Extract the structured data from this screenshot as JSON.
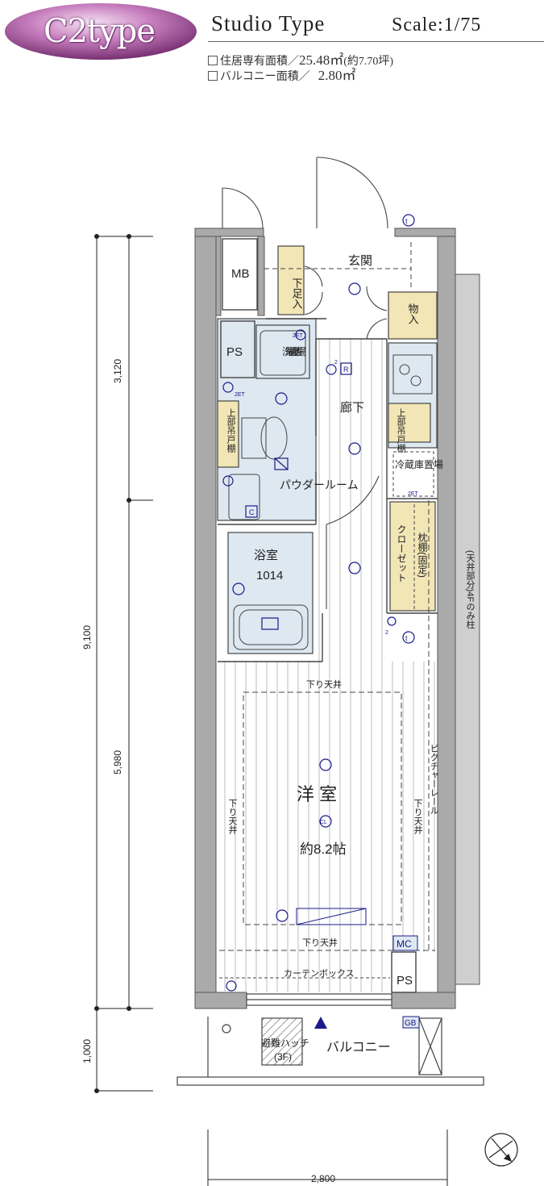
{
  "header": {
    "type_badge": "C2type",
    "title": "Studio Type",
    "scale": "Scale:1/75",
    "spec_area_label": "住居専有面積／",
    "spec_area_value": "25.48㎡",
    "spec_area_note": "(約7.70坪)",
    "spec_balcony_label": "バルコニー面積／",
    "spec_balcony_value": "2.80㎡"
  },
  "rooms": {
    "mb": "MB",
    "genkan": "玄関",
    "shoes": "下足入",
    "storage": "物入",
    "ps_top": "PS",
    "washer": "洗濯機置場",
    "corridor": "廊下",
    "upper_cabinet_left": "上部吊戸棚",
    "upper_cabinet_right": "上部吊戸棚",
    "powder_room": "パウダールーム",
    "fridge": "冷蔵庫置場",
    "bath": "浴室",
    "bath_size": "1014",
    "closet": "クローゼット",
    "pillow_shelf": "枕棚(固定)",
    "pillar_note": "(天井部分)4Fのみ柱",
    "western_room": "洋 室",
    "western_room_size": "約8.2帖",
    "lowered_ceiling": "下り天井",
    "picture_rail": "ピクチャーレール",
    "curtain_box": "カーテンボックス",
    "mc": "MC",
    "ps_bottom": "PS",
    "gb": "GB",
    "escape_hatch": "避難ハッチ",
    "escape_hatch_floor": "(3F)",
    "balcony": "バルコニー"
  },
  "symbols": {
    "t": "t",
    "r": "R",
    "c": "C",
    "cl": "CL",
    "two_et": "2ET",
    "two_e": "2E",
    "two": "2"
  },
  "dimensions": {
    "d3120": "3,120",
    "d9100": "9,100",
    "d5980": "5,980",
    "d1000": "1,000",
    "d2800": "2,800"
  },
  "colors": {
    "badge": "#b15ea9",
    "wet_area": "#dde8f1",
    "storage": "#f2e6b6",
    "wall": "#aaaaaa",
    "symbol": "#1a1a8a"
  },
  "icons": {
    "north": "compass-north-icon"
  }
}
